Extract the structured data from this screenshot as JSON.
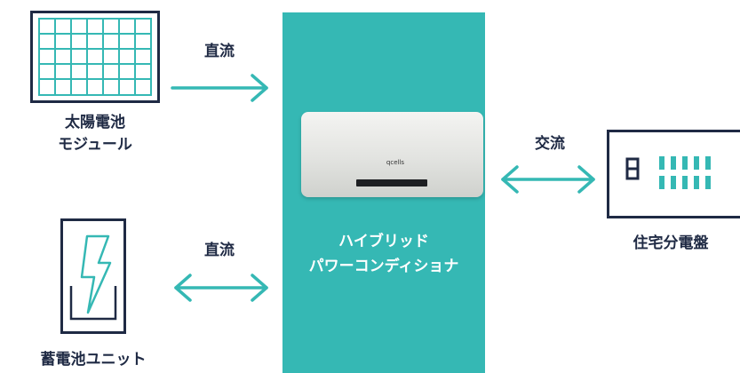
{
  "solar": {
    "line1": "太陽電池",
    "line2": "モジュール"
  },
  "battery": {
    "label": "蓄電池ユニット"
  },
  "panelboard": {
    "label": "住宅分電盤"
  },
  "conditioner": {
    "line1": "ハイブリッド",
    "line2": "パワーコンディショナ",
    "brand": "qcells"
  },
  "links": {
    "solar_to_pc": "直流",
    "battery_pc": "直流",
    "pc_panelboard": "交流"
  },
  "colors": {
    "accent": "#35b8b4",
    "navy": "#1f2a44",
    "white": "#ffffff"
  }
}
